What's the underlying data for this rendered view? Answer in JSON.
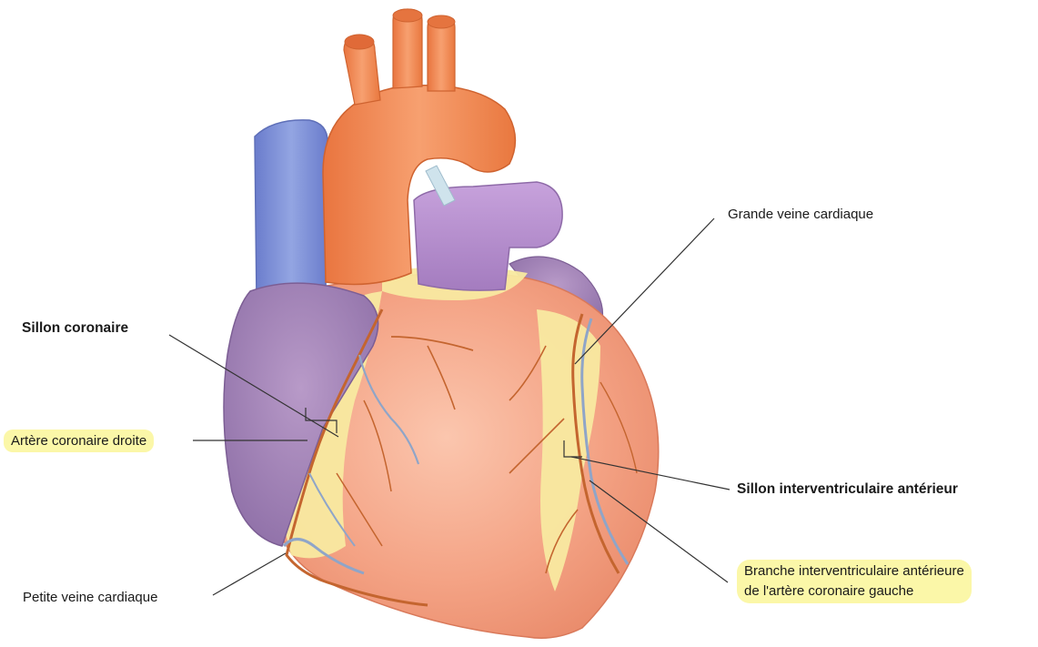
{
  "labels": {
    "grande_veine": "Grande veine cardiaque",
    "sillon_coronaire": "Sillon coronaire",
    "artere_droite": "Artère coronaire droite",
    "sillon_interventriculaire": "Sillon interventriculaire antérieur",
    "branche_line1": "Branche interventriculaire antérieure",
    "branche_line2": "de l'artère coronaire gauche",
    "petite_veine": "Petite veine cardiaque"
  },
  "colors": {
    "aorta": "#f08a55",
    "vena_cava": "#7b8fd6",
    "pulmonary": "#b389cc",
    "atrium": "#9f7fb5",
    "myocardium": "#f4a68a",
    "fat": "#f8e9a0",
    "artery": "#c4652f",
    "vein": "#8fa5c8",
    "highlight": "#fbf7a8"
  }
}
